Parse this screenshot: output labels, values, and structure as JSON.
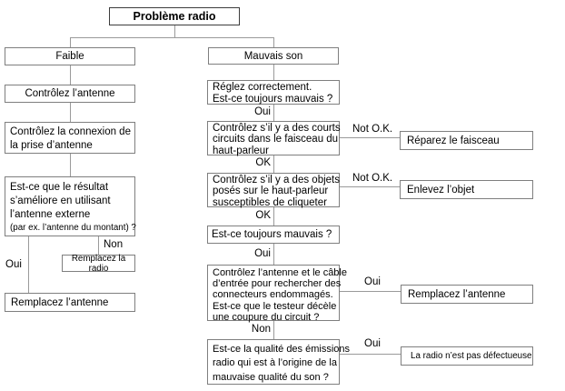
{
  "colors": {
    "background": "#ffffff",
    "box_border": "#7f7f7f",
    "title_border": "#3c3c3c",
    "connector_line": "#9a9a9a",
    "text": "#000000"
  },
  "labels": {
    "oui": "Oui",
    "non": "Non",
    "ok": "OK",
    "not_ok": "Not O.K."
  },
  "nodes": {
    "title": "Problème radio",
    "faible": "Faible",
    "mauvais_son": "Mauvais son",
    "controlez_antenne": "Contrôlez l’antenne",
    "controlez_connexion": {
      "lines": [
        "Contrôlez la connexion de",
        "la prise d’antenne"
      ]
    },
    "resultat_ameliore": {
      "lines": [
        "Est-ce que le résultat",
        "s’améliore en utilisant",
        "l’antenne externe"
      ],
      "small_line": "(par ex. l’antenne du montant) ?"
    },
    "remplacez_radio": "Remplacez la radio",
    "remplacez_antenne_gauche": "Remplacez l’antenne",
    "reglez": {
      "lines": [
        "Réglez correctement.",
        "Est-ce toujours mauvais ?"
      ]
    },
    "courts_circuits": {
      "lines": [
        "Contrôlez s’il y a des courts",
        "circuits dans le faisceau du",
        "haut-parleur"
      ]
    },
    "objets_poses": {
      "lines": [
        "Contrôlez s’il y a des objets",
        "posés sur le haut-parleur",
        "susceptibles de cliqueter"
      ]
    },
    "toujours_mauvais": "Est-ce toujours mauvais ?",
    "cable_entree": {
      "lines": [
        "Contrôlez l’antenne et le câble",
        "d’entrée pour rechercher des",
        "connecteurs endommagés.",
        "Est-ce que le testeur décèle",
        "une coupure du circuit ?"
      ]
    },
    "qualite_emissions": {
      "lines": [
        "Est-ce la qualité des émissions",
        "radio qui est à l’origine de la",
        "mauvaise qualité du son ?"
      ]
    },
    "reparez_faisceau": "Réparez le faisceau",
    "enlevez_objet": "Enlevez l’objet",
    "remplacez_antenne_droite": "Remplacez l’antenne",
    "radio_pas_defectueuse": "La radio n’est pas défectueuse"
  }
}
